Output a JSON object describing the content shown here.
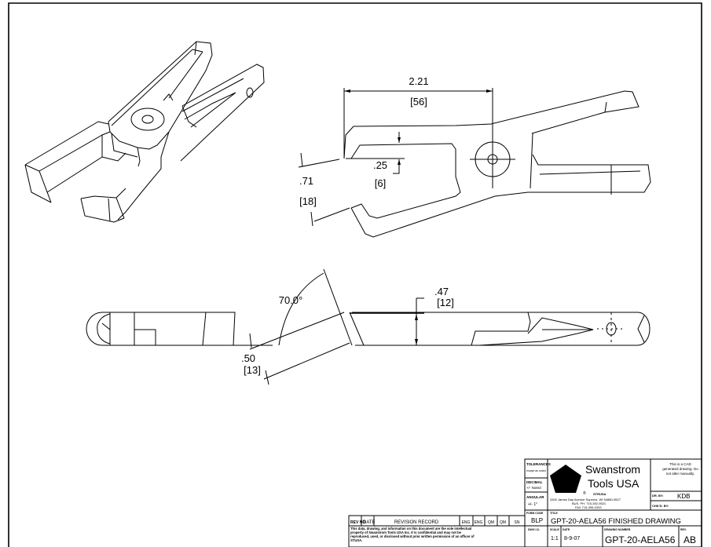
{
  "drawing": {
    "dimensions": {
      "length_in": "2.21",
      "length_mm": "[56]",
      "jaw_gap_in": ".25",
      "jaw_gap_mm": "[6]",
      "opening_in": ".71",
      "opening_mm": "[18]",
      "angle": "70.0°",
      "thickness_in": ".47",
      "thickness_mm": "[12]",
      "blade_in": ".50",
      "blade_mm": "[13]"
    }
  },
  "title_block": {
    "tolerances_label": "TOLERANCES",
    "tolerances_note": "except as noted",
    "decimal_label": "DECIMAL",
    "decimal_value": "+/- Noted",
    "angular_label": "ANGULAR",
    "angular_value": "+/- 1°",
    "company_line1": "Swanstrom",
    "company_line2": "Tools USA",
    "registered": "®",
    "stamp": "STRUSA",
    "address": "3300 James Day Avenue Superior, WI 54880-5527",
    "phone": "BUS. PH. 715-392-9521",
    "fax": "FAX 715-395-0333",
    "cad_note": "This is a CAD generated drawing. Do not alter manually.",
    "drawn_by_label": "DR. BY:",
    "drawn_by": "KDB",
    "checked_by_label": "CHK'D. BY:",
    "checked_by": "",
    "form_code_label": "FORM CODE",
    "form_code": "BLP",
    "title_label": "TITLE",
    "title": "GPT-20-AELA56 FINISHED DRAWING",
    "dwg_id_label": "DWG I.D.",
    "scale_label": "SCALE",
    "scale": "1:1",
    "date_label": "DATE",
    "date": "8-9-07",
    "drawing_number_label": "DRAWING NUMBER",
    "drawing_number": "GPT-20-AELA56",
    "rev_label": "REV.",
    "rev": "AB"
  },
  "revision_record": {
    "headers": [
      "REV NO",
      "DATE",
      "REVISION RECORD",
      "ENG",
      "ENG",
      "QM",
      "QM",
      "SN"
    ],
    "confidentiality": "This data, drawing, and information on this document are the sole intellectual property of Swanstrom Tools USA Inc. It is confidential and may not be reproduced, used, or disclosed without prior written permission of an officer of STUSA."
  },
  "colors": {
    "line": "#000000",
    "background": "#ffffff"
  }
}
